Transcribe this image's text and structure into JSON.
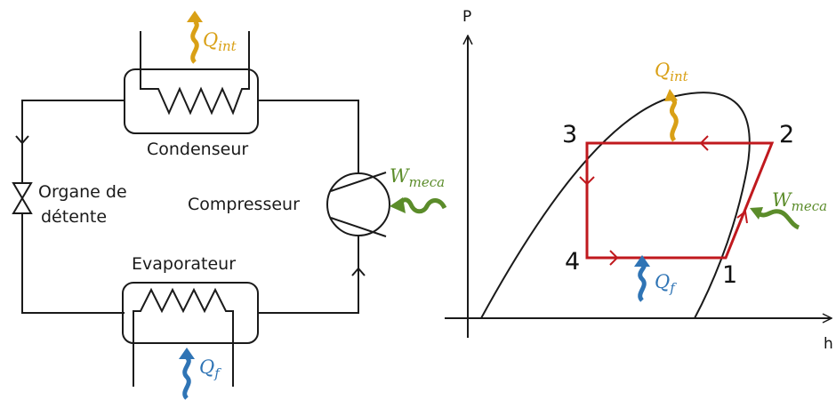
{
  "colors": {
    "line": "#1a1a1a",
    "cycle": "#c0191e",
    "q_int": "#d9a016",
    "w_meca": "#5b8c2a",
    "q_f": "#2f74b5"
  },
  "schematic": {
    "condenseur": "Condenseur",
    "evaporateur": "Evaporateur",
    "compresseur": "Compresseur",
    "organe_line1": "Organe de",
    "organe_line2": "détente"
  },
  "symbols": {
    "q_int": {
      "base": "Q",
      "sub": "int"
    },
    "w_meca": {
      "base": "W",
      "sub": "meca"
    },
    "q_f": {
      "base": "Q",
      "sub": "f"
    }
  },
  "ph_diagram": {
    "axis_p": "P",
    "axis_h": "h",
    "points": {
      "p1": "1",
      "p2": "2",
      "p3": "3",
      "p4": "4"
    }
  }
}
